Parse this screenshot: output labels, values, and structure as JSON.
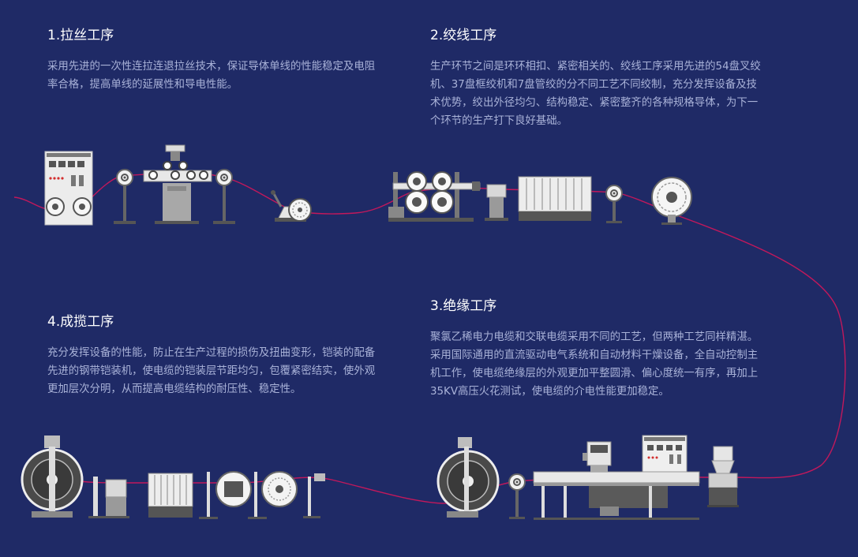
{
  "steps": [
    {
      "title": "1.拉丝工序",
      "text": "采用先进的一次性连拉连退拉丝技术，保证导体单线的性能稳定及电阻率合格，提高单线的延展性和导电性能。"
    },
    {
      "title": "2.绞线工序",
      "text": "生产环节之间是环环相扣、紧密相关的、绞线工序采用先进的54盘叉绞机、37盘框绞机和7盘管绞的分不同工艺不同绞制，充分发挥设备及技术优势，绞出外径均匀、结构稳定、紧密整齐的各种规格导体，为下一个环节的生产打下良好基础。"
    },
    {
      "title": "3.绝缘工序",
      "text": "聚氯乙稀电力电缆和交联电缆采用不同的工艺，但两种工艺同样精湛。采用国际通用的直流驱动电气系统和自动材料干燥设备，全自动控制主机工作，使电缆绝缘层的外观更加平整圆滑、偏心度统一有序，再加上35KV高压火花测试，使电缆的介电性能更加稳定。"
    },
    {
      "title": "4.成揽工序",
      "text": "充分发挥设备的性能，防止在生产过程的损伤及扭曲变形，铠装的配备先进的钢带铠装机，使电缆的铠装层节距均匀，包覆紧密结实，使外观更加层次分明，从而提高电缆结构的耐压性、稳定性。"
    }
  ],
  "colors": {
    "background": "#1f2a66",
    "title": "#ffffff",
    "text": "#a9b2d8",
    "wire": "#c2185b",
    "machine_light": "#e6e6e6",
    "machine_mid": "#9a9a9a",
    "machine_dark": "#555555",
    "accent_red": "#d32f2f"
  }
}
